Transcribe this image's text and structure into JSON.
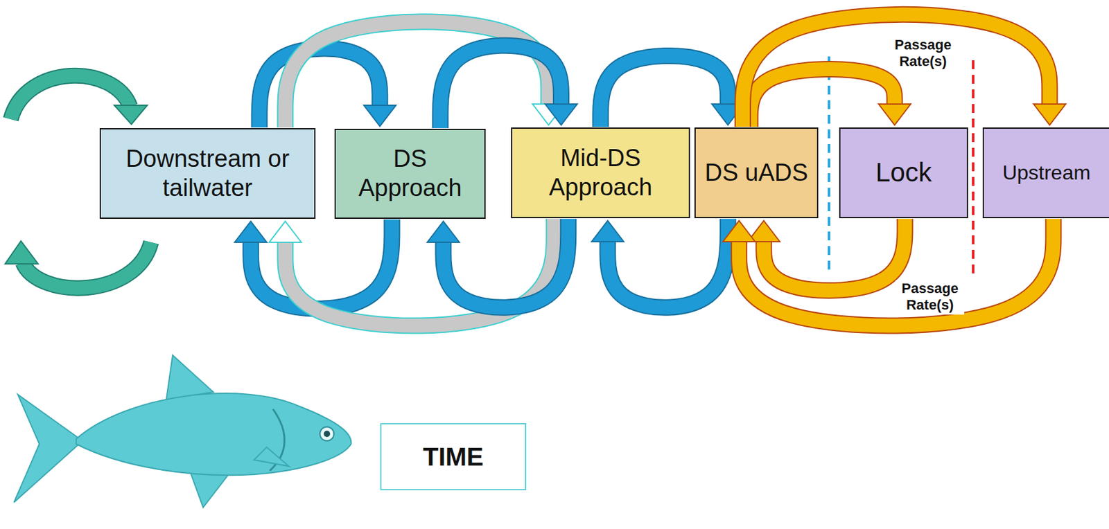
{
  "diagram": {
    "nodes": [
      {
        "text": [
          "Downstream or tailwater"
        ]
      },
      {
        "text": [
          "DS Approach"
        ]
      },
      {
        "text": [
          "Mid-DS Approach"
        ]
      },
      {
        "text": [
          "DS uADS"
        ]
      },
      {
        "text": [
          "Lock"
        ]
      },
      {
        "text": [
          "Upstream"
        ]
      },
      {
        "text": [
          "TIME"
        ]
      }
    ],
    "edges": [
      {
        "from": 0,
        "to": 1,
        "arrow": "to"
      },
      {
        "from": 0,
        "to": 2,
        "arrow": "to"
      },
      {
        "from": 1,
        "to": 2,
        "arrow": "to"
      },
      {
        "from": 2,
        "to": 3,
        "arrow": "to"
      },
      {
        "from": 3,
        "to": 4,
        "arrow": "to"
      },
      {
        "from": 3,
        "to": 5,
        "arrow": "to"
      },
      {
        "from": 1,
        "to": 0,
        "arrow": "to"
      },
      {
        "from": 2,
        "to": 0,
        "arrow": "to"
      },
      {
        "from": 2,
        "to": 1,
        "arrow": "to"
      },
      {
        "from": 3,
        "to": 2,
        "arrow": "to"
      },
      {
        "from": 4,
        "to": 3,
        "arrow": "to"
      },
      {
        "from": 5,
        "to": 3,
        "arrow": "to"
      }
    ],
    "labels": [
      "Passage Rate(s)",
      "Passage Rate(s)"
    ]
  }
}
